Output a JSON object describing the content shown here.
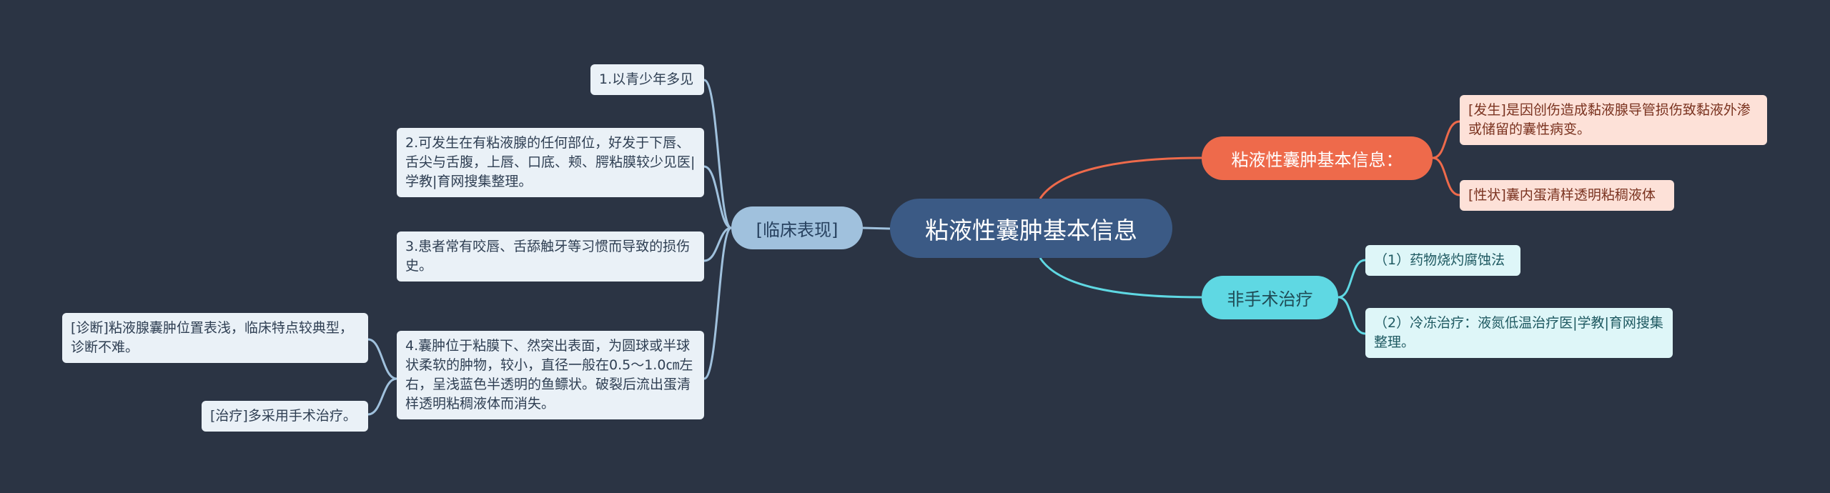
{
  "root": {
    "label": "粘液性囊肿基本信息"
  },
  "left_branch": {
    "label": "[临床表现]",
    "items": [
      "1.以青少年多见",
      "2.可发生在有粘液腺的任何部位，好发于下唇、舌尖与舌腹，上唇、口底、颊、腭粘膜较少见医|学教|育网搜集整理。",
      "3.患者常有咬唇、舌舔触牙等习惯而导致的损伤史。",
      "4.囊肿位于粘膜下、然突出表面，为圆球或半球状柔软的肿物，较小，直径一般在0.5～1.0㎝左右，呈浅蓝色半透明的鱼鳔状。破裂后流出蛋清样透明粘稠液体而消失。"
    ],
    "sub_items": [
      "[诊断]粘液腺囊肿位置表浅，临床特点较典型，诊断不难。",
      "[治疗]多采用手术治疗。"
    ]
  },
  "right_top_branch": {
    "label": "粘液性囊肿基本信息：",
    "items": [
      "[发生]是因创伤造成黏液腺导管损伤致黏液外渗或储留的囊性病变。",
      "[性状]囊内蛋清样透明粘稠液体"
    ]
  },
  "right_bottom_branch": {
    "label": "非手术治疗",
    "items": [
      "（1）药物烧灼腐蚀法",
      "（2）冷冻治疗：液氮低温治疗医|学教|育网搜集整理。"
    ]
  },
  "colors": {
    "background": "#2b3444",
    "root": "#3b5a85",
    "left_branch": "#a0c1dd",
    "right_top_branch": "#ee6a4b",
    "right_bottom_branch": "#5fd8e3"
  }
}
